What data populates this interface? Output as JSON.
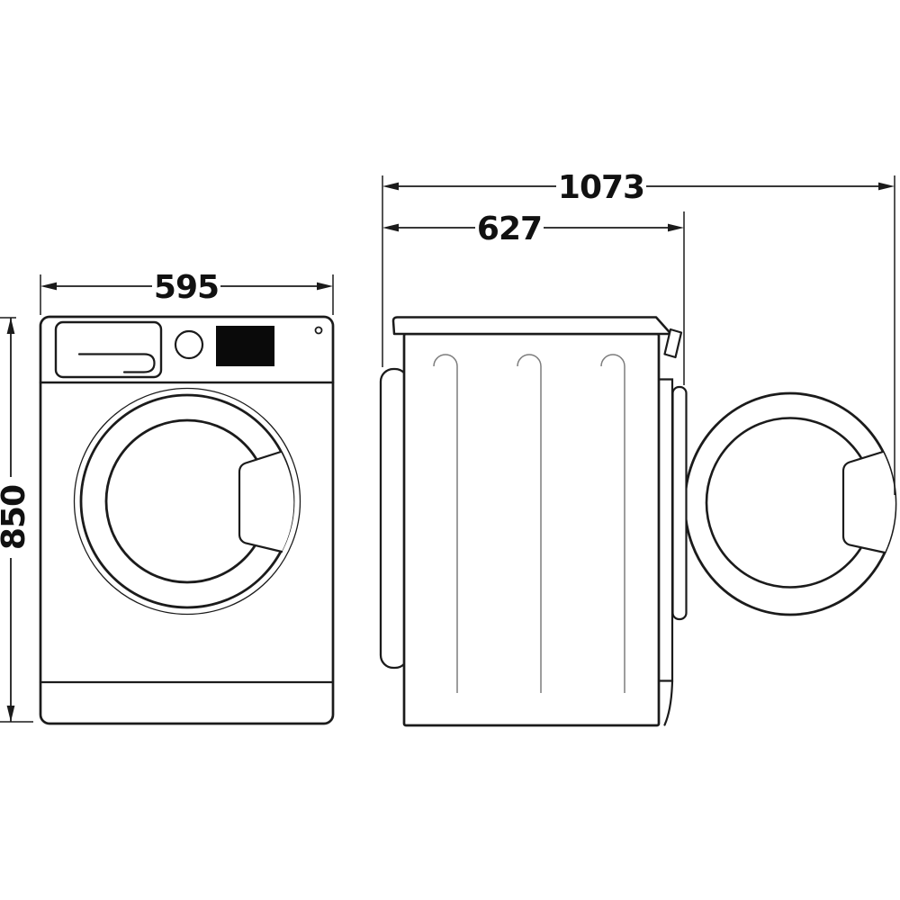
{
  "diagram": {
    "type": "appliance-dimension-drawing",
    "subject": "washing-machine",
    "views": {
      "left": "front-view",
      "right": "side-view-door-open"
    },
    "dimensions": {
      "width": "595",
      "height": "850",
      "depth_with_door_open": "1073",
      "depth_body": "627"
    },
    "colors": {
      "background": "#ffffff",
      "line": "#1b1b1b",
      "groove_line": "#7d7d7d",
      "display_fill": "#0a0a0a"
    }
  }
}
